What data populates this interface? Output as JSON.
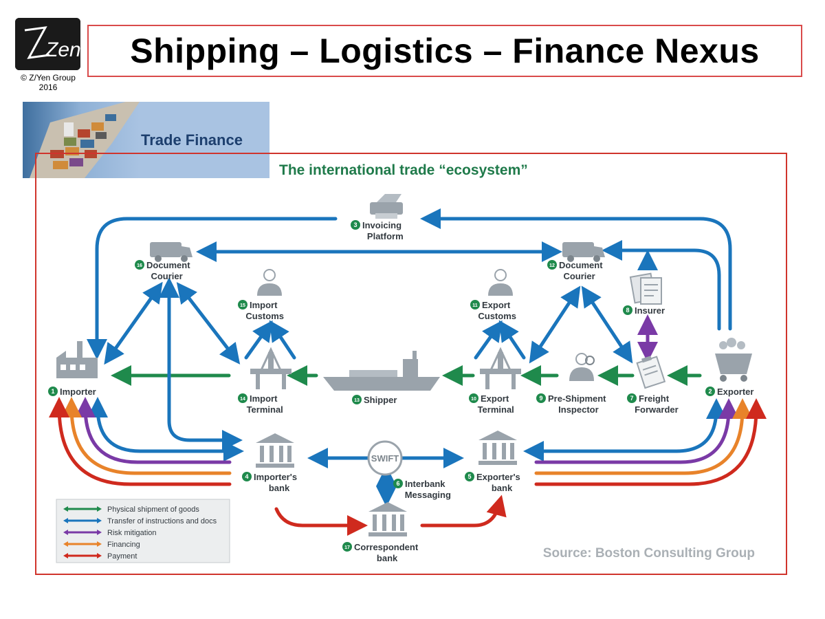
{
  "header": {
    "logo_text": "Zen",
    "copyright": "© Z/Yen Group 2016",
    "title": "Shipping – Logistics – Finance Nexus"
  },
  "banner": {
    "label": "Trade Finance"
  },
  "diagram": {
    "title": "The international trade “ecosystem”",
    "source": "Source: Boston Consulting Group",
    "colors": {
      "green": "#1f8a4c",
      "blue": "#1a75bc",
      "purple": "#7a3aa6",
      "orange": "#e8832a",
      "red": "#cf2a1e",
      "icon": "#9aa3ab"
    },
    "nodes": [
      {
        "id": "importer",
        "num": "1",
        "lines": [
          "Importer"
        ],
        "icon": "factory-icon"
      },
      {
        "id": "exporter",
        "num": "2",
        "lines": [
          "Exporter"
        ],
        "icon": "cart-icon"
      },
      {
        "id": "invoicing",
        "num": "3",
        "lines": [
          "Invoicing",
          "Platform"
        ],
        "icon": "printer-icon"
      },
      {
        "id": "importers-bank",
        "num": "4",
        "lines": [
          "Importer's",
          "bank"
        ],
        "icon": "bank-icon"
      },
      {
        "id": "exporters-bank",
        "num": "5",
        "lines": [
          "Exporter's",
          "bank"
        ],
        "icon": "bank-icon"
      },
      {
        "id": "interbank",
        "num": "6",
        "lines": [
          "Interbank",
          "Messaging"
        ],
        "icon": "swift-icon"
      },
      {
        "id": "freight",
        "num": "7",
        "lines": [
          "Freight",
          "Forwarder"
        ],
        "icon": "clipboard-icon"
      },
      {
        "id": "insurer",
        "num": "8",
        "lines": [
          "Insurer"
        ],
        "icon": "documents-icon"
      },
      {
        "id": "preship",
        "num": "9",
        "lines": [
          "Pre-Shipment",
          "Inspector"
        ],
        "icon": "inspector-icon"
      },
      {
        "id": "export-terminal",
        "num": "10",
        "lines": [
          "Export",
          "Terminal"
        ],
        "icon": "terminal-icon"
      },
      {
        "id": "export-customs",
        "num": "11",
        "lines": [
          "Export",
          "Customs"
        ],
        "icon": "person-icon"
      },
      {
        "id": "doc-courier-right",
        "num": "12",
        "lines": [
          "Document",
          "Courier"
        ],
        "icon": "van-icon"
      },
      {
        "id": "shipper",
        "num": "13",
        "lines": [
          "Shipper"
        ],
        "icon": "ship-icon"
      },
      {
        "id": "import-terminal",
        "num": "14",
        "lines": [
          "Import",
          "Terminal"
        ],
        "icon": "terminal-icon"
      },
      {
        "id": "import-customs",
        "num": "15",
        "lines": [
          "Import",
          "Customs"
        ],
        "icon": "person-icon"
      },
      {
        "id": "doc-courier-left",
        "num": "16",
        "lines": [
          "Document",
          "Courier"
        ],
        "icon": "van-icon"
      },
      {
        "id": "correspondent",
        "num": "17",
        "lines": [
          "Correspondent",
          "bank"
        ],
        "icon": "bank-icon"
      }
    ],
    "legend": [
      {
        "label": "Physical shipment of goods",
        "color": "#1f8a4c"
      },
      {
        "label": "Transfer of instructions and docs",
        "color": "#1a75bc"
      },
      {
        "label": "Risk mitigation",
        "color": "#7a3aa6"
      },
      {
        "label": "Financing",
        "color": "#e8832a"
      },
      {
        "label": "Payment",
        "color": "#cf2a1e"
      }
    ],
    "swift_label": "SWIFT"
  }
}
